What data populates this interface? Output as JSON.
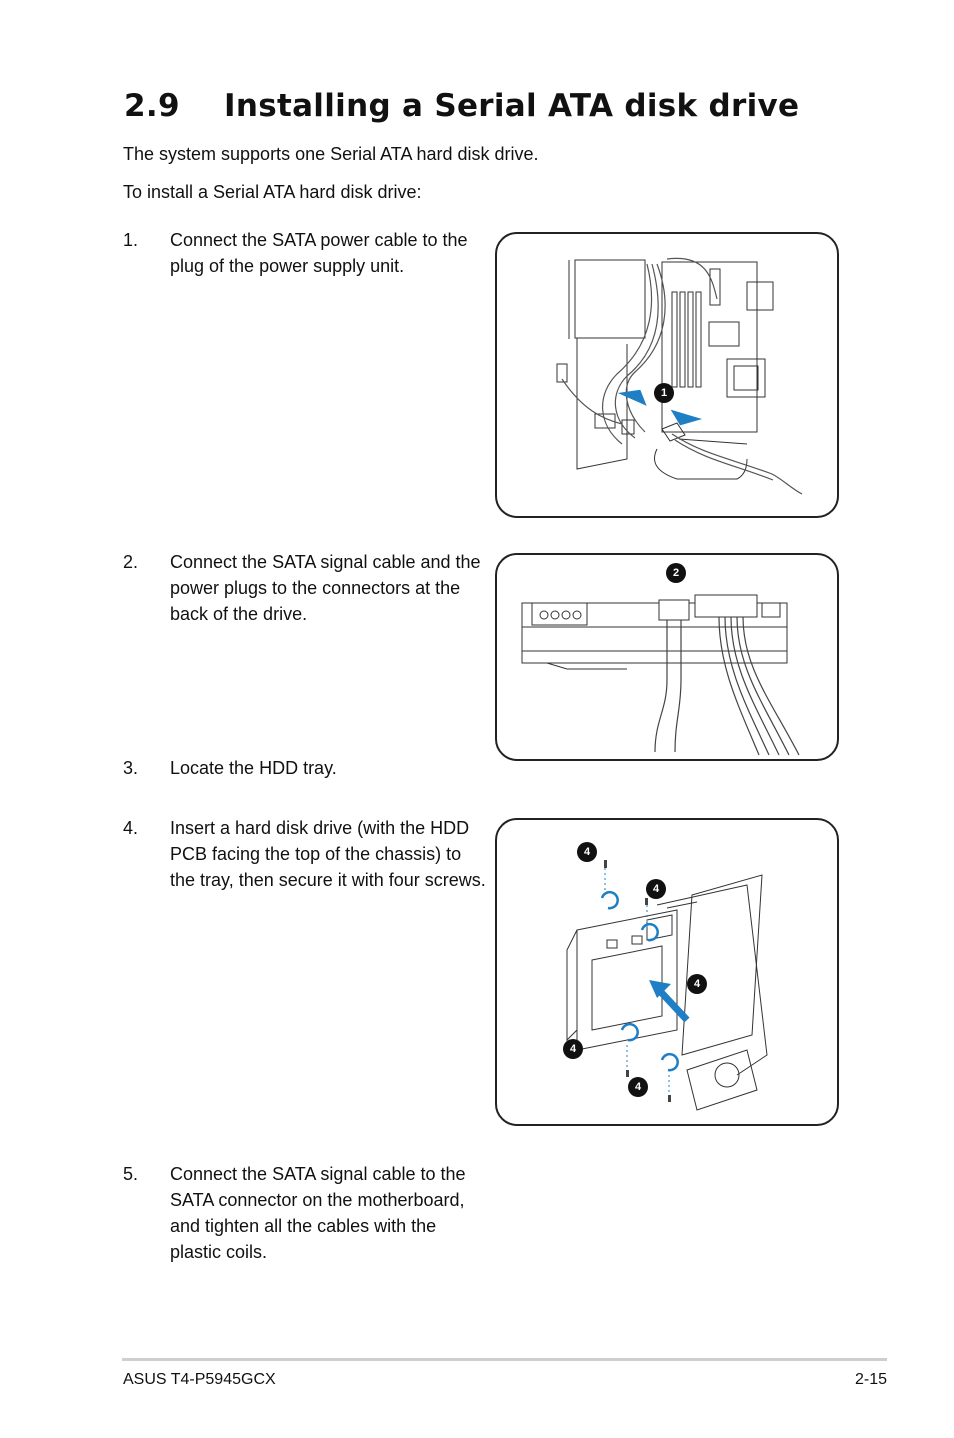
{
  "heading": {
    "number": "2.9",
    "title": "Installing a Serial ATA disk drive"
  },
  "intro": "The system supports one Serial ATA hard disk drive.",
  "lead": "To install a Serial ATA hard disk drive:",
  "steps": [
    {
      "num": "1.",
      "text": "Connect the SATA power cable to the plug of the power supply unit."
    },
    {
      "num": "2.",
      "text": "Connect the SATA signal cable and the power plugs to the connectors at the back of the drive."
    },
    {
      "num": "3.",
      "text": "Locate the HDD tray."
    },
    {
      "num": "4.",
      "text": "Insert a hard disk drive (with the HDD PCB facing the top of the chassis) to the tray, then secure it with four screws."
    },
    {
      "num": "5.",
      "text": "Connect the SATA signal cable to the SATA connector on the motherboard, and tighten all the cables with the plastic coils."
    }
  ],
  "figures": {
    "fig1": {
      "callout": "1"
    },
    "fig2": {
      "callout": "2"
    },
    "fig3": {
      "callouts": [
        "4",
        "4",
        "4",
        "4",
        "4"
      ]
    }
  },
  "footer": {
    "left": "ASUS T4-P5945GCX",
    "right": "2-15"
  },
  "colors": {
    "arrow": "#1f7fc4",
    "rule": "#cfcfcf"
  }
}
